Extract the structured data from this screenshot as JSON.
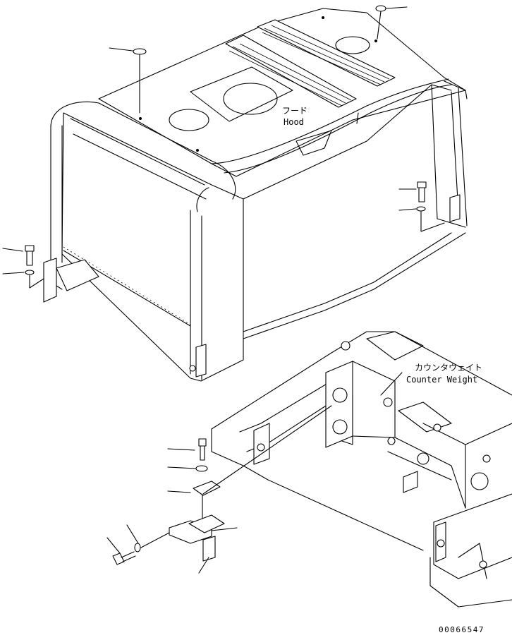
{
  "labels": {
    "hood_jp": "フード",
    "hood_en": "Hood",
    "counterweight_jp": "カウンタウェイト",
    "counterweight_en": "Counter Weight"
  },
  "drawing_number": "00066547"
}
